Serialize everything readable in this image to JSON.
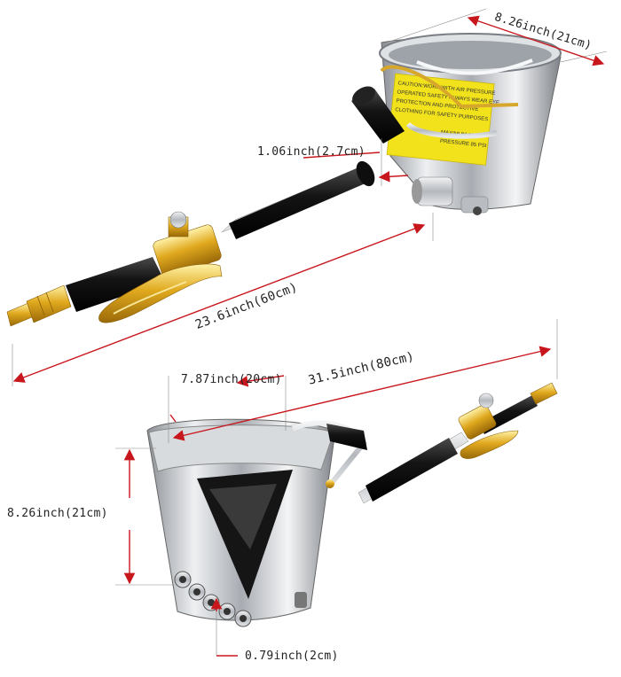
{
  "dimensions": {
    "top_width": "8.26inch(21cm)",
    "pipe_diameter": "1.06inch(2.7cm)",
    "top_length": "23.6inch(60cm)",
    "bottom_width": "7.87inch(20cm)",
    "bottom_length": "31.5inch(80cm)",
    "bottom_height": "8.26inch(21cm)",
    "nozzle": "0.79inch(2cm)"
  },
  "warning_label": {
    "line1": "CAUTION:WORK WITH AIR PRESSURE",
    "line2": "OPERATED SAFETY ALWAYS WEAR EYE",
    "line3": "PROTECTION AND PROTECTIVE",
    "line4": "CLOTHING FOR SAFETY PURPOSES",
    "line5": "MAXIMUM AIR",
    "line6": "PRESSURE 85 PSI"
  },
  "colors": {
    "dimension_arrow": "#c8161d",
    "warning_label": "#f2e21b",
    "brass": "#d9a520",
    "handle": "#1a1a1a",
    "steel": "#c9ccd0"
  }
}
